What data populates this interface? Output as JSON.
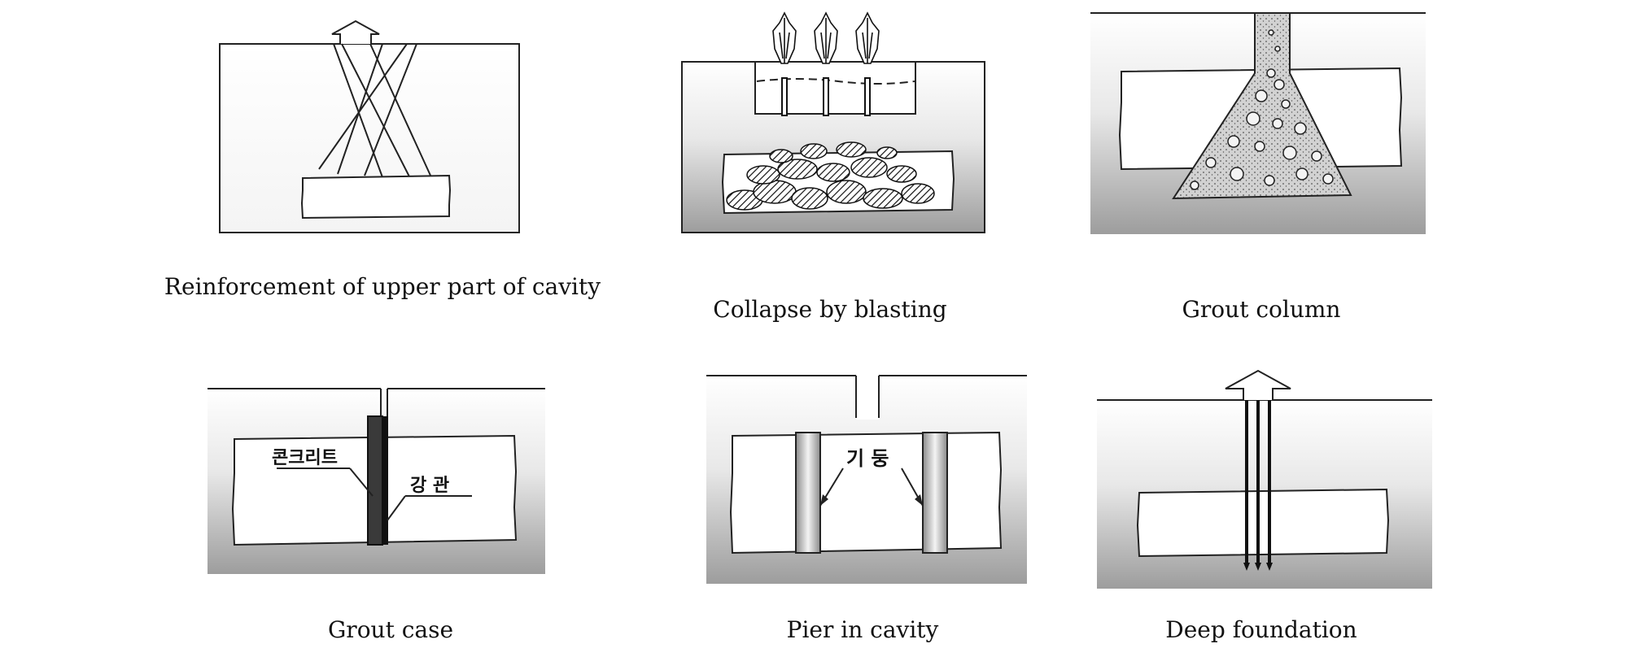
{
  "panels": [
    {
      "caption": "Reinforcement of upper part of cavity"
    },
    {
      "caption": "Collapse by blasting"
    },
    {
      "caption": "Grout column"
    },
    {
      "caption": "Grout case",
      "labels": {
        "concrete": "콘크리트",
        "steel_pipe": "강 관"
      }
    },
    {
      "caption": "Pier in cavity",
      "labels": {
        "pillar": "기 둥"
      }
    },
    {
      "caption": "Deep foundation"
    }
  ]
}
